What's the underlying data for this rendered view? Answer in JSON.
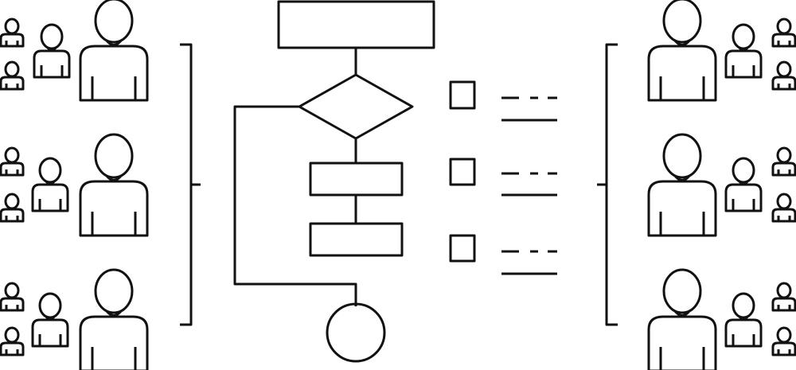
{
  "colors": {
    "stroke": "#111111",
    "background": "#ffffff"
  },
  "flowchart": {
    "nodes": [
      {
        "id": "start",
        "shape": "rectangle"
      },
      {
        "id": "decision",
        "shape": "diamond"
      },
      {
        "id": "process-1",
        "shape": "rectangle"
      },
      {
        "id": "process-2",
        "shape": "rectangle"
      },
      {
        "id": "end",
        "shape": "circle"
      }
    ],
    "edges": [
      {
        "from": "start",
        "to": "decision"
      },
      {
        "from": "decision",
        "to": "process-1"
      },
      {
        "from": "process-1",
        "to": "process-2"
      },
      {
        "from": "decision",
        "to": "end",
        "route": "left-loop"
      }
    ]
  },
  "checklist": {
    "item_count": 3,
    "icon": "checkbox-icon"
  },
  "people_groups": {
    "per_side": 3,
    "sides": [
      "left",
      "right"
    ],
    "icon": "person-icon"
  }
}
